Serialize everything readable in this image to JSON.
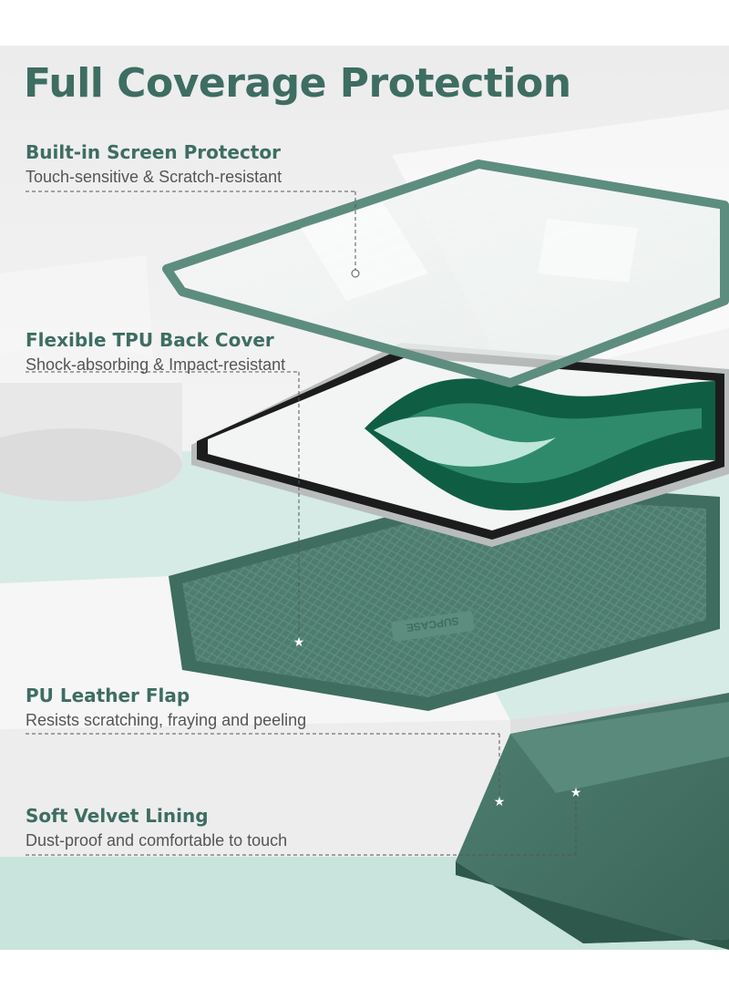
{
  "title": "Full Coverage Protection",
  "features": [
    {
      "heading": "Built-in Screen Protector",
      "subtitle": "Touch-sensitive & Scratch-resistant",
      "icon": "dot-marker-icon"
    },
    {
      "heading": "Flexible TPU Back Cover",
      "subtitle": "Shock-absorbing & Impact-resistant",
      "icon": "star-marker-icon"
    },
    {
      "heading": "PU Leather Flap",
      "subtitle": "Resists scratching, fraying and peeling",
      "icon": "star-marker-icon"
    },
    {
      "heading": "Soft Velvet Lining",
      "subtitle": "Dust-proof and comfortable to touch",
      "icon": "star-marker-icon"
    }
  ],
  "brand_logo_text": "SUPCASE",
  "colors": {
    "accent": "#3e6d62",
    "case_green": "#4e7d6f",
    "case_dark": "#3b6659",
    "mint": "#a9ddd0"
  }
}
